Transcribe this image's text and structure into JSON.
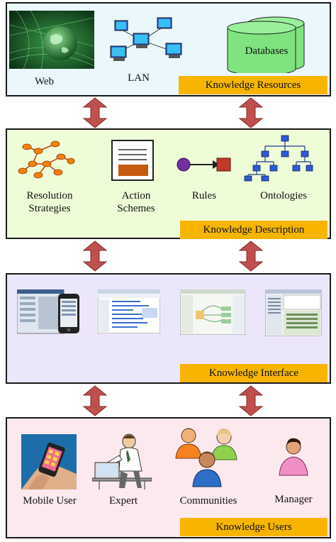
{
  "layers": [
    {
      "id": "resources",
      "title": "Knowledge Resources",
      "items": [
        {
          "label": "Web",
          "icon": "globe-icon"
        },
        {
          "label": "LAN",
          "icon": "network-computers-icon"
        },
        {
          "label": "Databases",
          "icon": "database-cylinders-icon"
        }
      ]
    },
    {
      "id": "description",
      "title": "Knowledge Description",
      "items": [
        {
          "label": "Resolution Strategies",
          "icon": "graph-network-icon"
        },
        {
          "label": "Action Schemes",
          "icon": "document-scheme-icon"
        },
        {
          "label": "Rules",
          "icon": "rule-arrow-icon"
        },
        {
          "label": "Ontologies",
          "icon": "tree-hierarchy-icon"
        }
      ]
    },
    {
      "id": "interface",
      "title": "Knowledge Interface",
      "items": [
        {
          "icon": "mobile-app-screenshot"
        },
        {
          "icon": "web-app-screenshot"
        },
        {
          "icon": "graph-editor-screenshot"
        },
        {
          "icon": "ontology-editor-screenshot"
        }
      ]
    },
    {
      "id": "users",
      "title": "Knowledge Users",
      "items": [
        {
          "label": "Mobile User",
          "icon": "phone-in-hand-icon"
        },
        {
          "label": "Expert",
          "icon": "expert-at-desk-icon"
        },
        {
          "label": "Communities",
          "icon": "people-group-icon"
        },
        {
          "label": "Manager",
          "icon": "manager-person-icon"
        }
      ]
    }
  ],
  "colors": {
    "resources_bg": "#eaf7fb",
    "description_bg": "#eefcd8",
    "interface_bg": "#ece6fb",
    "users_bg": "#fbe9ee",
    "tag_bg": "#f7b500",
    "arrow": "#c0504d",
    "database": "#7fe37f"
  }
}
